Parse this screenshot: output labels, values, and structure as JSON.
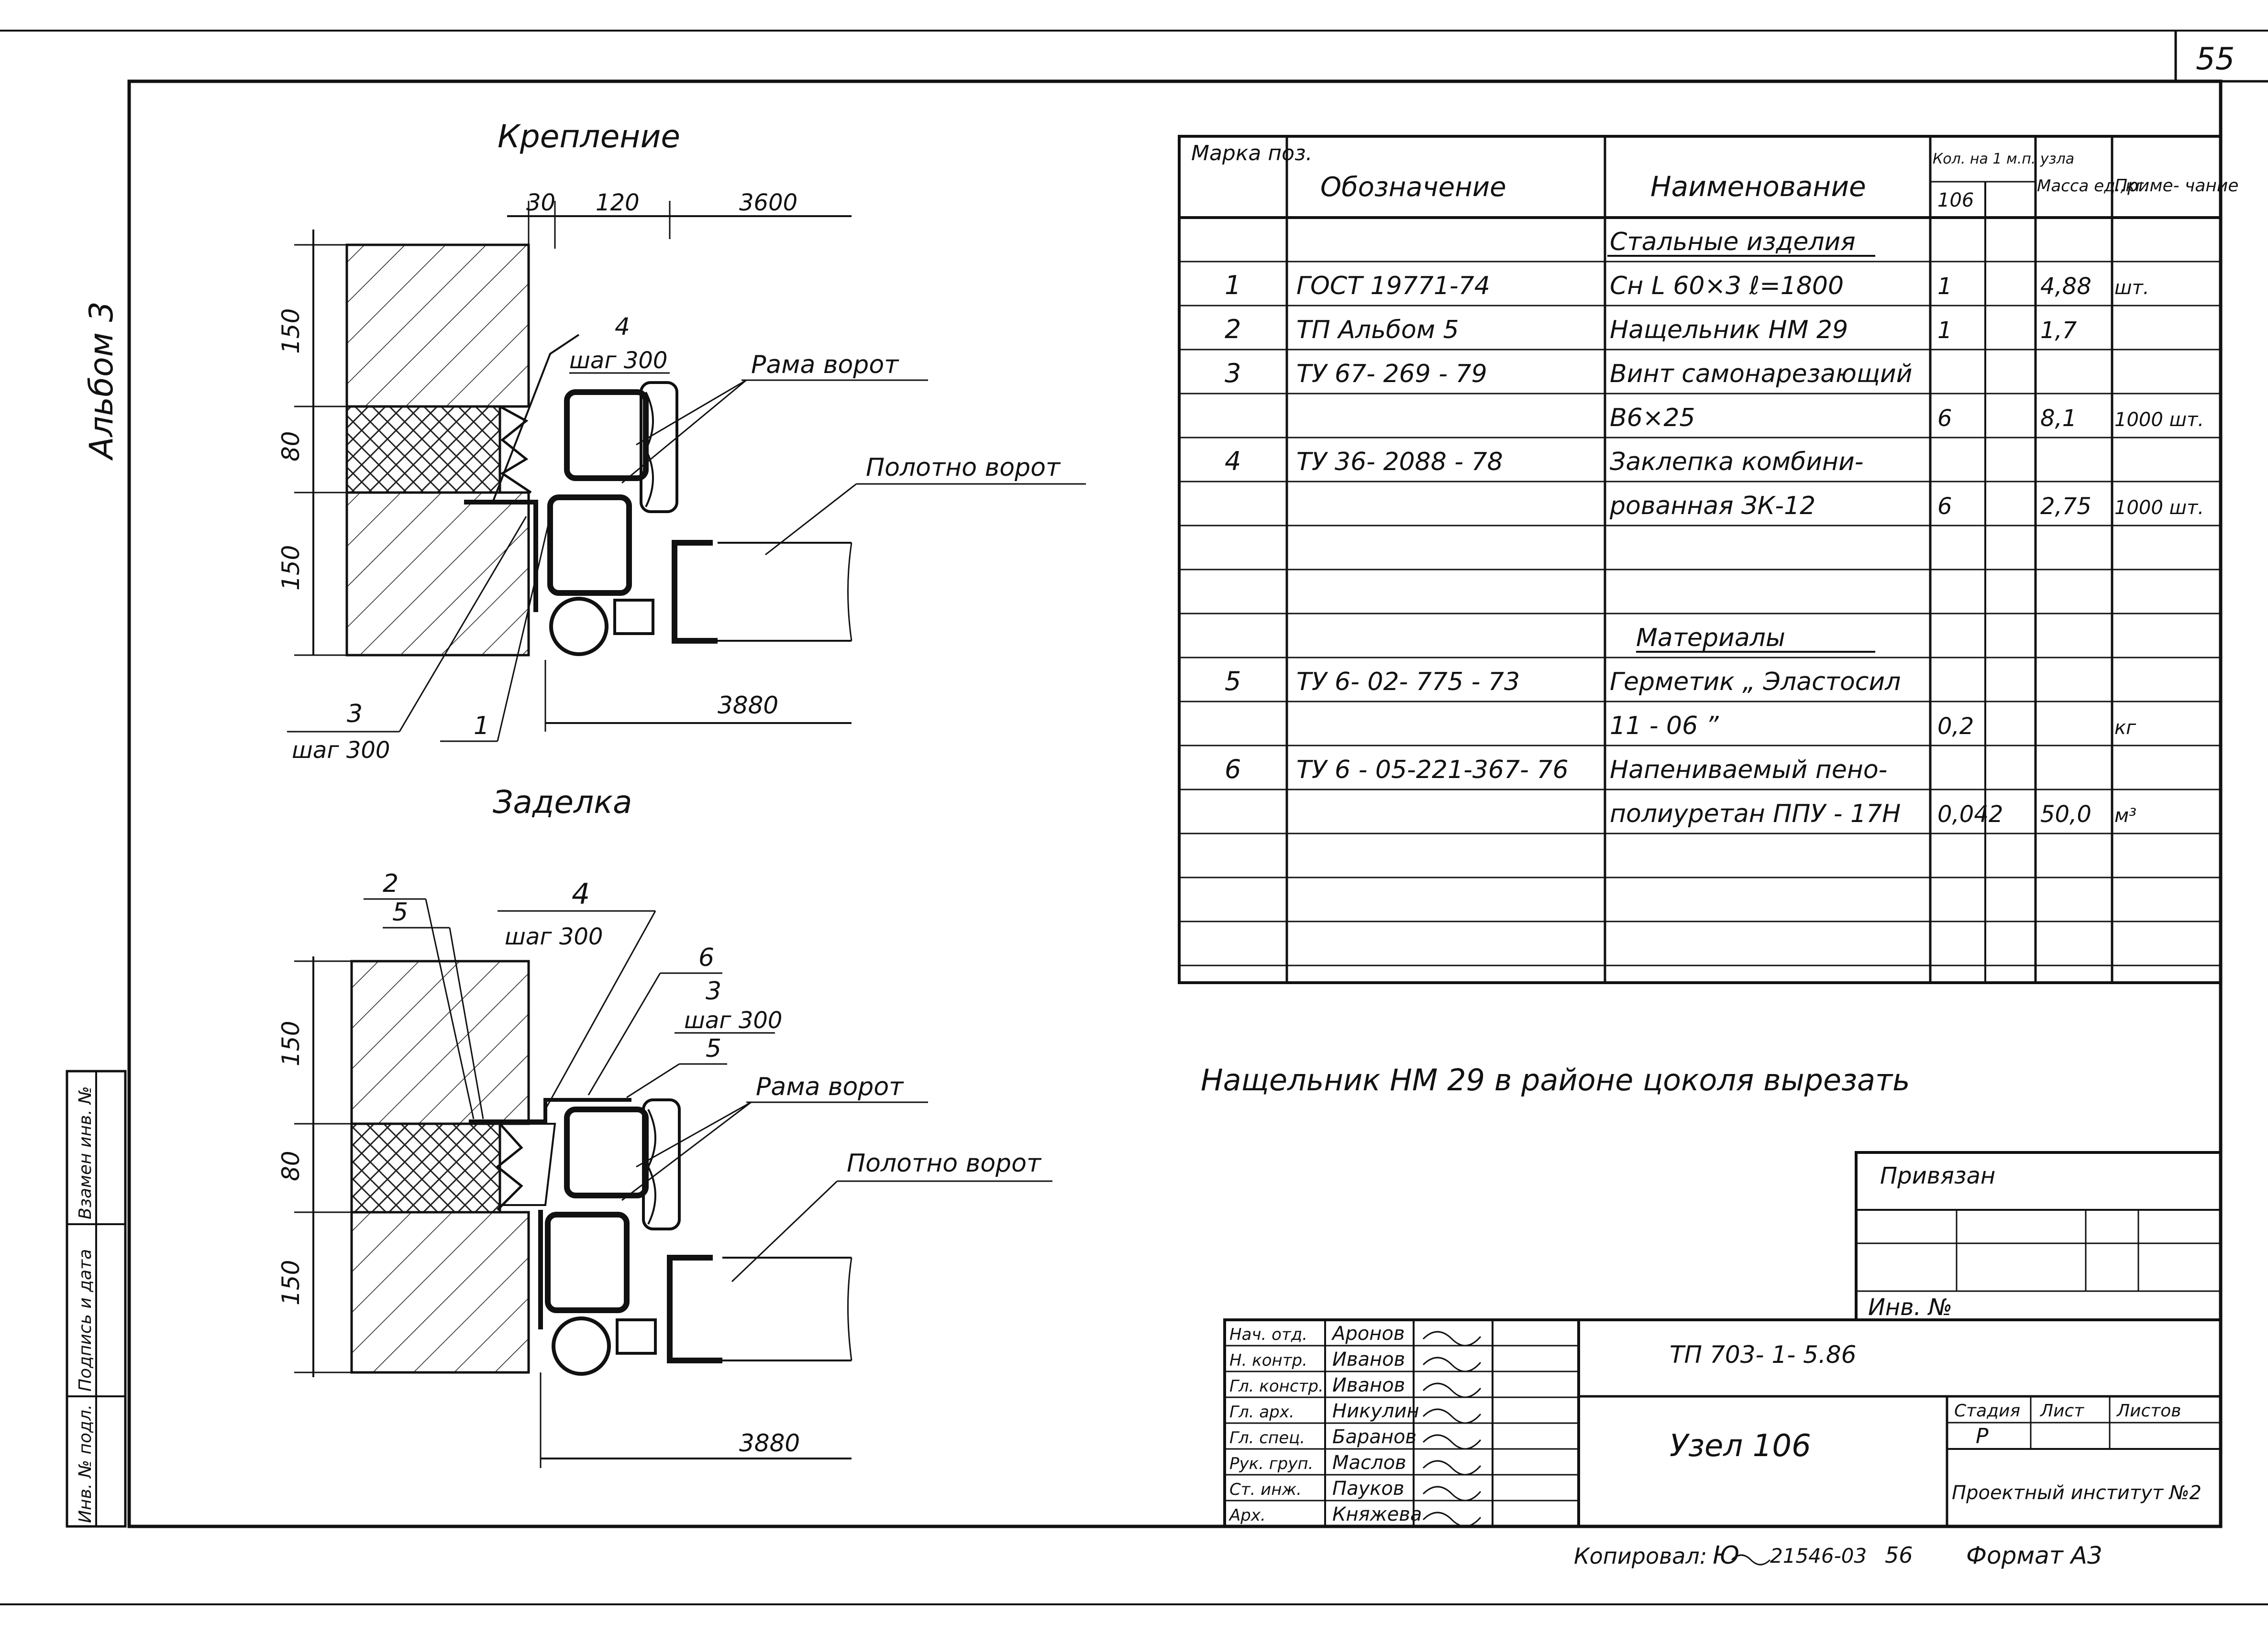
{
  "page_number": "55",
  "album": "Альбом 3",
  "top_view": {
    "title": "Крепление",
    "dims_top": [
      "30",
      "120",
      "3600"
    ],
    "dims_left": [
      "150",
      "80",
      "150"
    ],
    "dim_bottom": "3880",
    "labels": {
      "pos4": "4",
      "pos4_step": "шаг 300",
      "frame": "Рама ворот",
      "leaf": "Полотно ворот",
      "pos3": "3",
      "pos3_step": "шаг 300",
      "pos1": "1"
    }
  },
  "bottom_view": {
    "title": "Заделка",
    "dims_left": [
      "150",
      "80",
      "150"
    ],
    "dim_bottom": "3880",
    "labels": {
      "pos2": "2",
      "pos5a": "5",
      "pos4": "4",
      "pos4_step": "шаг 300",
      "pos6": "6",
      "pos3": "3",
      "pos3_step": "шаг 300",
      "pos5b": "5",
      "frame": "Рама ворот",
      "leaf": "Полотно ворот"
    }
  },
  "spec_table": {
    "headers": {
      "mark": "Марка поз.",
      "designation": "Обозначение",
      "name": "Наименование",
      "qty": "Кол. на 1 м.п. узла",
      "qty_sub": "106",
      "mass": "Масса ед.,кг.",
      "note": "Приме- чание"
    },
    "rows": [
      {
        "pos": "",
        "des": "",
        "name": "Стальные изделия",
        "qty": "",
        "mass": "",
        "note": ""
      },
      {
        "pos": "1",
        "des": "ГОСТ 19771-74",
        "name": "Сн L 60×3 ℓ=1800",
        "qty": "1",
        "mass": "4,88",
        "note": "шт."
      },
      {
        "pos": "2",
        "des": "ТП          Альбом 5",
        "name": "Нащельник НМ 29",
        "qty": "1",
        "mass": "1,7",
        "note": ""
      },
      {
        "pos": "3",
        "des": "ТУ 67- 269 - 79",
        "name": "Винт самонарезающий",
        "qty": "",
        "mass": "",
        "note": ""
      },
      {
        "pos": "",
        "des": "",
        "name": "В6×25",
        "qty": "6",
        "mass": "8,1",
        "note": "1000 шт."
      },
      {
        "pos": "4",
        "des": "ТУ 36- 2088 - 78",
        "name": "Заклепка комбини-",
        "qty": "",
        "mass": "",
        "note": ""
      },
      {
        "pos": "",
        "des": "",
        "name": "рованная ЗК-12",
        "qty": "6",
        "mass": "2,75",
        "note": "1000 шт."
      },
      {
        "pos": "",
        "des": "",
        "name": "",
        "qty": "",
        "mass": "",
        "note": ""
      },
      {
        "pos": "",
        "des": "",
        "name": "",
        "qty": "",
        "mass": "",
        "note": ""
      },
      {
        "pos": "",
        "des": "",
        "name": "Материалы",
        "qty": "",
        "mass": "",
        "note": ""
      },
      {
        "pos": "5",
        "des": "ТУ 6- 02- 775 - 73",
        "name": "Герметик „ Эластосил",
        "qty": "",
        "mass": "",
        "note": ""
      },
      {
        "pos": "",
        "des": "",
        "name": "11 - 06 ”",
        "qty": "0,2",
        "mass": "",
        "note": "кг"
      },
      {
        "pos": "6",
        "des": "ТУ 6 - 05-221-367- 76",
        "name": "Напениваемый пено-",
        "qty": "",
        "mass": "",
        "note": ""
      },
      {
        "pos": "",
        "des": "",
        "name": "полиуретан ППУ - 17Н",
        "qty": "0,042",
        "mass": "50,0",
        "note": "м³"
      },
      {
        "pos": "",
        "des": "",
        "name": "",
        "qty": "",
        "mass": "",
        "note": ""
      },
      {
        "pos": "",
        "des": "",
        "name": "",
        "qty": "",
        "mass": "",
        "note": ""
      },
      {
        "pos": "",
        "des": "",
        "name": "",
        "qty": "",
        "mass": "",
        "note": ""
      }
    ]
  },
  "note": "Нащельник НМ 29 в районе цоколя вырезать",
  "bound_label": "Привязан",
  "inv_label": "Инв. №",
  "stamp": {
    "roles": [
      {
        "role": "Нач. отд.",
        "name": "Аронов"
      },
      {
        "role": "Н. контр.",
        "name": "Иванов"
      },
      {
        "role": "Гл. констр.",
        "name": "Иванов"
      },
      {
        "role": "Гл. арх.",
        "name": "Никулин"
      },
      {
        "role": "Гл. спец.",
        "name": "Баранов"
      },
      {
        "role": "Рук. груп.",
        "name": "Маслов"
      },
      {
        "role": "Ст. инж.",
        "name": "Пауков"
      },
      {
        "role": "Арх.",
        "name": "Княжева"
      }
    ],
    "doc_code": "ТП 703- 1- 5.86",
    "title": "Узел 106",
    "stage_label": "Стадия",
    "sheet_label": "Лист",
    "sheets_label": "Листов",
    "stage_value": "Р",
    "organization": "Проектный институт №2"
  },
  "side_strip": [
    "Инв. № подл.",
    "Подпись и дата",
    "Взамен инв. №"
  ],
  "footer": {
    "copied": "Копировал:",
    "copy_signature": "Ю",
    "order": "21546-03",
    "page2": "56",
    "format": "Формат А3"
  }
}
